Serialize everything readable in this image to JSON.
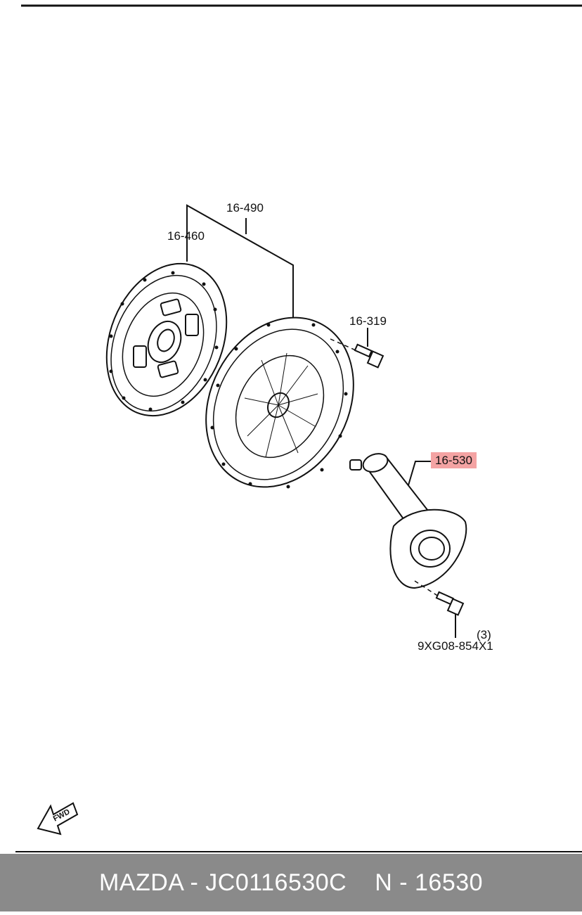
{
  "callouts": {
    "assembly": "16-490",
    "disc": "16-460",
    "bolt_upper": "16-319",
    "release_cylinder": "16-530",
    "bolt_qty": "(3)",
    "bolt_lower": "9XG08-854X1"
  },
  "fwd_label": "FWD",
  "footer": {
    "brand_part": "MAZDA - JC0116530C",
    "ref": "N - 16530"
  },
  "colors": {
    "highlight": "#f4a3a3",
    "footer_bg": "#8a8a8a",
    "line": "#111111"
  }
}
